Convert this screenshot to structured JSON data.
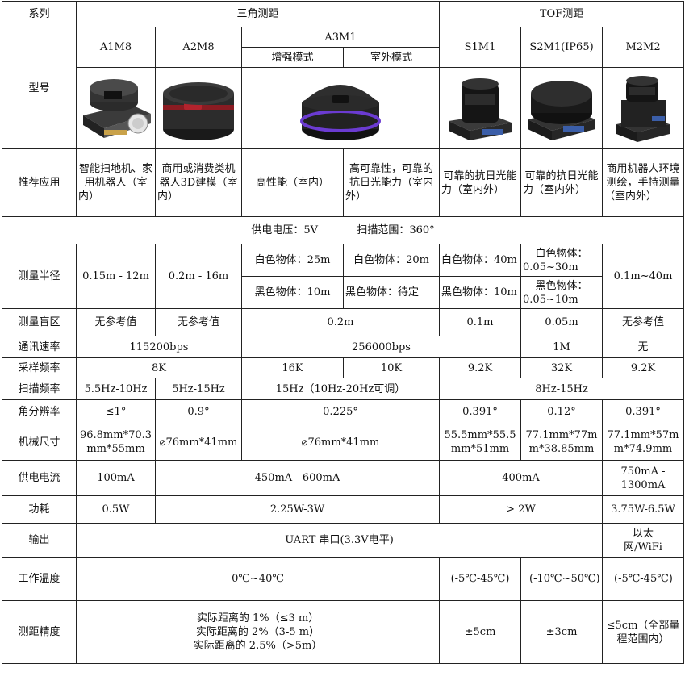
{
  "row_headers": {
    "series": "系列",
    "model": "型号",
    "app": "推荐应用",
    "range": "测量半径",
    "blind": "测量盲区",
    "comm": "通讯速率",
    "sample": "采样频率",
    "scan": "扫描频率",
    "angle": "角分辨率",
    "size": "机械尺寸",
    "current": "供电电流",
    "power": "功耗",
    "output": "输出",
    "temp": "工作温度",
    "accuracy": "测距精度"
  },
  "series": {
    "triangle": "三角测距",
    "tof": "TOF测距"
  },
  "models": {
    "a1m8": "A1M8",
    "a2m8": "A2M8",
    "a3m1": "A3M1",
    "a3m1_boost": "增强模式",
    "a3m1_outdoor": "室外模式",
    "s1m1": "S1M1",
    "s2m1": "S2M1(IP65)",
    "m2m2": "M2M2"
  },
  "applications": {
    "a1m8": "智能扫地机、家用机器人（室内）",
    "a2m8": "商用或消费类机器人3D建模（室内）",
    "a3_boost": "高性能（室内）",
    "a3_outdoor": "高可靠性，可靠的抗日光能力（室内外）",
    "s1m1": "可靠的抗日光能力（室内外）",
    "s2m1": "可靠的抗日光能力（室内外）",
    "m2m2": "商用机器人环境测绘，手持测量（室内外）"
  },
  "common": {
    "voltage": "供电电压：5V",
    "scan_range": "扫描范围：360°"
  },
  "range": {
    "a1m8": "0.15m - 12m",
    "a2m8": "0.2m - 16m",
    "a3_boost_white": "白色物体：25m",
    "a3_outdoor_white": "白色物体：20m",
    "a3_boost_black": "黑色物体：10m",
    "a3_outdoor_black": "黑色物体：待定",
    "s1_white": "白色物体：40m",
    "s2_white": "白色物体：0.05~30m",
    "s1_black": "黑色物体：10m",
    "s2_black": "黑色物体：0.05~10m",
    "m2m2": "0.1m~40m"
  },
  "blind": {
    "a1m8": "无参考值",
    "a2m8": "无参考值",
    "a3m1": "0.2m",
    "s1m1": "0.1m",
    "s2m1": "0.05m",
    "m2m2": "无参考值"
  },
  "comm": {
    "a1a2": "115200bps",
    "a3s1": "256000bps",
    "s2m1": "1M",
    "m2m2": "无"
  },
  "sample": {
    "a1a2": "8K",
    "a3_boost": "16K",
    "a3_outdoor": "10K",
    "s1m1": "9.2K",
    "s2m1": "32K",
    "m2m2": "9.2K"
  },
  "scan": {
    "a1m8": "5.5Hz-10Hz",
    "a2m8": "5Hz-15Hz",
    "a3m1": "15Hz（10Hz-20Hz可调）",
    "tof": "8Hz-15Hz"
  },
  "angle": {
    "a1m8": "≤1°",
    "a2m8": "0.9°",
    "a3m1": "0.225°",
    "s1m1": "0.391°",
    "s2m1": "0.12°",
    "m2m2": "0.391°"
  },
  "size": {
    "a1m8": "96.8mm*70.3mm*55mm",
    "a2m8": "⌀76mm*41mm",
    "a3m1": "⌀76mm*41mm",
    "s1m1": "55.5mm*55.5mm*51mm",
    "s2m1": "77.1mm*77mm*38.85mm",
    "m2m2": "77.1mm*57mm*74.9mm"
  },
  "current": {
    "a1m8": "100mA",
    "a2a3": "450mA - 600mA",
    "s1s2": "400mA",
    "m2m2": "750mA - 1300mA"
  },
  "power": {
    "a1m8": "0.5W",
    "a2a3": "2.25W-3W",
    "s1s2": "> 2W",
    "m2m2": "3.75W-6.5W"
  },
  "output": {
    "main": "UART 串口(3.3V电平)",
    "m2m2": "以太网/WiFi"
  },
  "temp": {
    "tri": "0℃~40℃",
    "s1m1": "(-5℃-45℃)",
    "s2m1": "(-10℃~50℃)",
    "m2m2": "(-5℃-45℃)"
  },
  "accuracy": {
    "tri_1": "实际距离的 1%（≤3 m）",
    "tri_2": "实际距离的 2%（3-5 m）",
    "tri_3": "实际距离的 2.5%（>5m）",
    "s1m1": "±5cm",
    "s2m1": "±3cm",
    "m2m2": "≤5cm（全部量程范围内）"
  }
}
